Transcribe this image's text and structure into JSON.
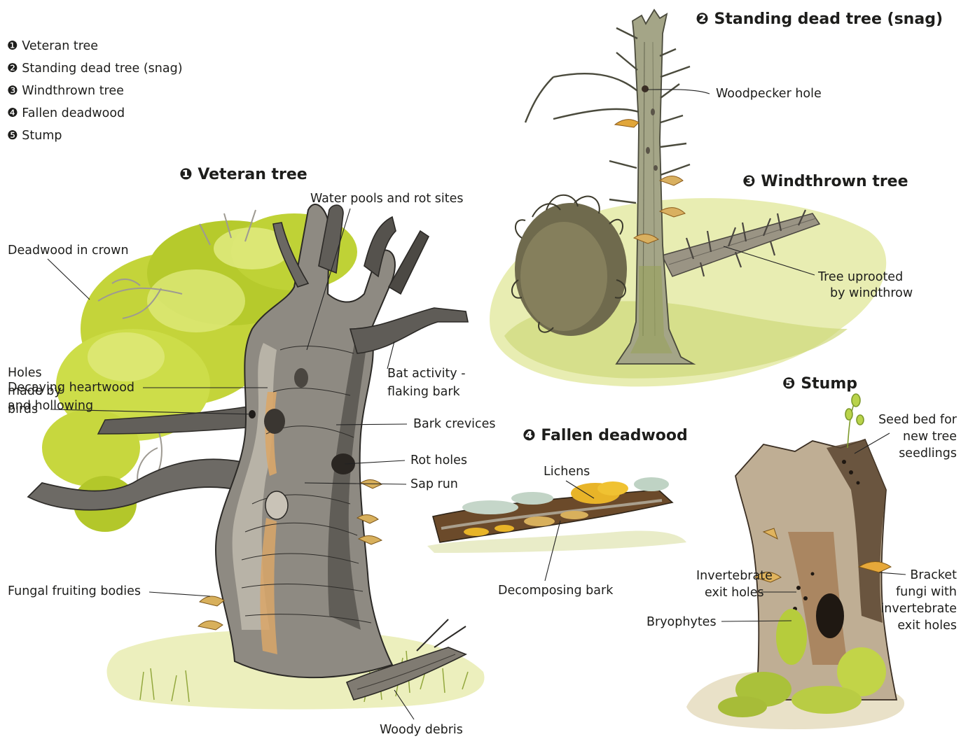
{
  "legend": [
    {
      "mark": "❶",
      "label": "Veteran tree"
    },
    {
      "mark": "❷",
      "label": "Standing dead tree (snag)"
    },
    {
      "mark": "❸",
      "label": "Windthrown tree"
    },
    {
      "mark": "❹",
      "label": "Fallen deadwood"
    },
    {
      "mark": "❺",
      "label": "Stump"
    }
  ],
  "headings": {
    "veteran": {
      "mark": "❶",
      "text": "Veteran tree"
    },
    "snag": {
      "mark": "❷",
      "text": "Standing dead tree (snag)"
    },
    "windthrown": {
      "mark": "❸",
      "text": "Windthrown tree"
    },
    "fallen": {
      "mark": "❹",
      "text": "Fallen deadwood"
    },
    "stump": {
      "mark": "❺",
      "text": "Stump"
    }
  },
  "labels": {
    "water_pools": "Water pools and rot sites",
    "deadwood_crown": "Deadwood in crown",
    "holes_birds": [
      "Holes",
      "made by",
      "birds"
    ],
    "bat_activity": [
      "Bat activity -",
      "flaking bark"
    ],
    "bark_crevices": "Bark crevices",
    "rot_holes": "Rot holes",
    "sap_run": "Sap run",
    "fungal_fruiting": "Fungal fruiting bodies",
    "decaying_heartwood": [
      "Decaying heartwood",
      "and hollowing"
    ],
    "woody_debris": "Woody debris",
    "woodpecker_hole": "Woodpecker hole",
    "tree_uprooted": [
      "Tree uprooted",
      "by windthrow"
    ],
    "lichens": "Lichens",
    "decomposing_bark": "Decomposing bark",
    "seed_bed": [
      "Seed bed for",
      "new tree",
      "seedlings"
    ],
    "invertebrate_exit": [
      "Invertebrate",
      "exit holes"
    ],
    "bryophytes": "Bryophytes",
    "bracket_fungi": [
      "Bracket",
      "fungi with",
      "invertebrate",
      "exit holes"
    ]
  },
  "colors": {
    "text": "#1d1d1b",
    "leader": "#222222",
    "bark_dark": "#4a4640",
    "bark_mid": "#8a857c",
    "bark_light": "#c9c3b7",
    "foliage": "#b9cf2c",
    "foliage_light": "#dbe66a",
    "grass": "#b7c85a",
    "ground": "#e9ecb6",
    "fungus": "#e2a93a",
    "snag_wood": "#a9a98a",
    "moss": "#b6cc3c"
  }
}
